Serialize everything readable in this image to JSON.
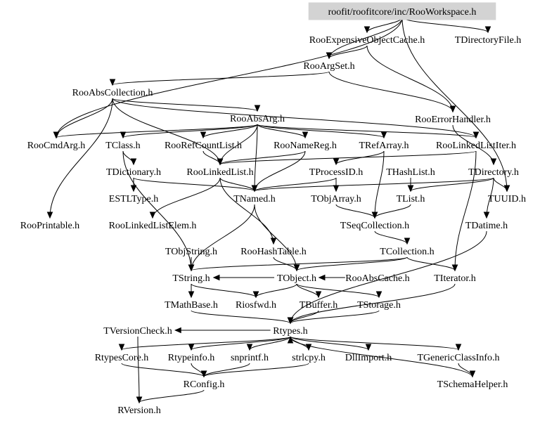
{
  "graph": {
    "root": {
      "id": "RooWorkspace",
      "label": "roofit/roofitcore/inc/RooWorkspace.h",
      "highlight_color": "#d3d3d3"
    },
    "nodes": [
      {
        "id": "RooExpensiveObjectCache",
        "label": "RooExpensiveObjectCache.h"
      },
      {
        "id": "TDirectoryFile",
        "label": "TDirectoryFile.h"
      },
      {
        "id": "RooArgSet",
        "label": "RooArgSet.h"
      },
      {
        "id": "RooAbsCollection",
        "label": "RooAbsCollection.h"
      },
      {
        "id": "RooAbsArg",
        "label": "RooAbsArg.h"
      },
      {
        "id": "RooErrorHandler",
        "label": "RooErrorHandler.h"
      },
      {
        "id": "RooCmdArg",
        "label": "RooCmdArg.h"
      },
      {
        "id": "TClass",
        "label": "TClass.h"
      },
      {
        "id": "RooRefCountList",
        "label": "RooRefCountList.h"
      },
      {
        "id": "RooNameReg",
        "label": "RooNameReg.h"
      },
      {
        "id": "TRefArray",
        "label": "TRefArray.h"
      },
      {
        "id": "RooLinkedListIter",
        "label": "RooLinkedListIter.h"
      },
      {
        "id": "TDictionary",
        "label": "TDictionary.h"
      },
      {
        "id": "RooLinkedList",
        "label": "RooLinkedList.h"
      },
      {
        "id": "TProcessID",
        "label": "TProcessID.h"
      },
      {
        "id": "THashList",
        "label": "THashList.h"
      },
      {
        "id": "TDirectory",
        "label": "TDirectory.h"
      },
      {
        "id": "ESTLType",
        "label": "ESTLType.h"
      },
      {
        "id": "TNamed",
        "label": "TNamed.h"
      },
      {
        "id": "TObjArray",
        "label": "TObjArray.h"
      },
      {
        "id": "TList",
        "label": "TList.h"
      },
      {
        "id": "TUUID",
        "label": "TUUID.h"
      },
      {
        "id": "RooPrintable",
        "label": "RooPrintable.h"
      },
      {
        "id": "RooLinkedListElem",
        "label": "RooLinkedListElem.h"
      },
      {
        "id": "TSeqCollection",
        "label": "TSeqCollection.h"
      },
      {
        "id": "TDatime",
        "label": "TDatime.h"
      },
      {
        "id": "TObjString",
        "label": "TObjString.h"
      },
      {
        "id": "RooHashTable",
        "label": "RooHashTable.h"
      },
      {
        "id": "TCollection",
        "label": "TCollection.h"
      },
      {
        "id": "TString",
        "label": "TString.h"
      },
      {
        "id": "TObject",
        "label": "TObject.h"
      },
      {
        "id": "RooAbsCache",
        "label": "RooAbsCache.h"
      },
      {
        "id": "TIterator",
        "label": "TIterator.h"
      },
      {
        "id": "TMathBase",
        "label": "TMathBase.h"
      },
      {
        "id": "Riosfwd",
        "label": "Riosfwd.h"
      },
      {
        "id": "TBuffer",
        "label": "TBuffer.h"
      },
      {
        "id": "TStorage",
        "label": "TStorage.h"
      },
      {
        "id": "TVersionCheck",
        "label": "TVersionCheck.h"
      },
      {
        "id": "Rtypes",
        "label": "Rtypes.h"
      },
      {
        "id": "RtypesCore",
        "label": "RtypesCore.h"
      },
      {
        "id": "Rtypeinfo",
        "label": "Rtypeinfo.h"
      },
      {
        "id": "snprintf",
        "label": "snprintf.h"
      },
      {
        "id": "strlcpy",
        "label": "strlcpy.h"
      },
      {
        "id": "DllImport",
        "label": "DllImport.h"
      },
      {
        "id": "TGenericClassInfo",
        "label": "TGenericClassInfo.h"
      },
      {
        "id": "RConfig",
        "label": "RConfig.h"
      },
      {
        "id": "TSchemaHelper",
        "label": "TSchemaHelper.h"
      },
      {
        "id": "RVersion",
        "label": "RVersion.h"
      }
    ],
    "edges": [
      [
        "RooWorkspace",
        "RooExpensiveObjectCache"
      ],
      [
        "RooWorkspace",
        "TDirectoryFile"
      ],
      [
        "RooWorkspace",
        "RooArgSet"
      ],
      [
        "RooWorkspace",
        "RooCmdArg"
      ],
      [
        "RooWorkspace",
        "TUUID"
      ],
      [
        "RooExpensiveObjectCache",
        "RooArgSet"
      ],
      [
        "RooExpensiveObjectCache",
        "RooErrorHandler"
      ],
      [
        "RooArgSet",
        "RooAbsCollection"
      ],
      [
        "RooArgSet",
        "RooErrorHandler"
      ],
      [
        "RooAbsCollection",
        "RooAbsArg"
      ],
      [
        "RooAbsCollection",
        "RooLinkedListIter"
      ],
      [
        "RooAbsCollection",
        "RooCmdArg"
      ],
      [
        "RooAbsCollection",
        "RooLinkedList"
      ],
      [
        "RooAbsCollection",
        "RooPrintable"
      ],
      [
        "RooAbsArg",
        "RooCmdArg"
      ],
      [
        "RooAbsArg",
        "TClass"
      ],
      [
        "RooAbsArg",
        "RooRefCountList"
      ],
      [
        "RooAbsArg",
        "RooNameReg"
      ],
      [
        "RooAbsArg",
        "TRefArray"
      ],
      [
        "RooAbsArg",
        "RooLinkedListIter"
      ],
      [
        "RooAbsArg",
        "RooLinkedList"
      ],
      [
        "RooAbsArg",
        "TNamed"
      ],
      [
        "RooErrorHandler",
        "TDirectory"
      ],
      [
        "RooRefCountList",
        "RooLinkedList"
      ],
      [
        "RooNameReg",
        "TNamed"
      ],
      [
        "RooNameReg",
        "RooLinkedList"
      ],
      [
        "TRefArray",
        "TProcessID"
      ],
      [
        "TRefArray",
        "TSeqCollection"
      ],
      [
        "RooLinkedListIter",
        "RooLinkedList"
      ],
      [
        "RooLinkedListIter",
        "TIterator"
      ],
      [
        "TClass",
        "TDictionary"
      ],
      [
        "TClass",
        "TString"
      ],
      [
        "TDictionary",
        "ESTLType"
      ],
      [
        "TDictionary",
        "TNamed"
      ],
      [
        "RooLinkedList",
        "TNamed"
      ],
      [
        "RooLinkedList",
        "RooLinkedListElem"
      ],
      [
        "RooLinkedList",
        "RooHashTable"
      ],
      [
        "TProcessID",
        "TObjArray"
      ],
      [
        "TProcessID",
        "TNamed"
      ],
      [
        "THashList",
        "TList"
      ],
      [
        "TDirectory",
        "TNamed"
      ],
      [
        "TDirectory",
        "TList"
      ],
      [
        "TDirectory",
        "TUUID"
      ],
      [
        "TDirectory",
        "TDatime"
      ],
      [
        "TNamed",
        "TString"
      ],
      [
        "TNamed",
        "TObject"
      ],
      [
        "TObjArray",
        "TSeqCollection"
      ],
      [
        "TList",
        "TSeqCollection"
      ],
      [
        "TSeqCollection",
        "TCollection"
      ],
      [
        "TCollection",
        "TObject"
      ],
      [
        "TCollection",
        "TString"
      ],
      [
        "TCollection",
        "TIterator"
      ],
      [
        "TObjString",
        "TString"
      ],
      [
        "RooHashTable",
        "TObject"
      ],
      [
        "TString",
        "TMathBase"
      ],
      [
        "TString",
        "Riosfwd"
      ],
      [
        "TObject",
        "Riosfwd"
      ],
      [
        "TObject",
        "TBuffer"
      ],
      [
        "TObject",
        "TStorage"
      ],
      [
        "TObject",
        "TString"
      ],
      [
        "RooAbsCache",
        "TObject"
      ],
      [
        "TIterator",
        "Rtypes"
      ],
      [
        "TDatime",
        "Rtypes"
      ],
      [
        "TMathBase",
        "Rtypes"
      ],
      [
        "TBuffer",
        "Rtypes"
      ],
      [
        "TStorage",
        "Rtypes"
      ],
      [
        "Rtypes",
        "TVersionCheck"
      ],
      [
        "Rtypes",
        "RtypesCore"
      ],
      [
        "Rtypes",
        "Rtypeinfo"
      ],
      [
        "Rtypes",
        "snprintf"
      ],
      [
        "Rtypes",
        "strlcpy"
      ],
      [
        "Rtypes",
        "DllImport"
      ],
      [
        "Rtypes",
        "TGenericClassInfo"
      ],
      [
        "TGenericClassInfo",
        "TSchemaHelper"
      ],
      [
        "TSchemaHelper",
        "Rtypes"
      ],
      [
        "RtypesCore",
        "RConfig"
      ],
      [
        "Rtypeinfo",
        "RConfig"
      ],
      [
        "snprintf",
        "RConfig"
      ],
      [
        "strlcpy",
        "RConfig"
      ],
      [
        "RConfig",
        "RVersion"
      ],
      [
        "TVersionCheck",
        "RVersion"
      ]
    ]
  }
}
